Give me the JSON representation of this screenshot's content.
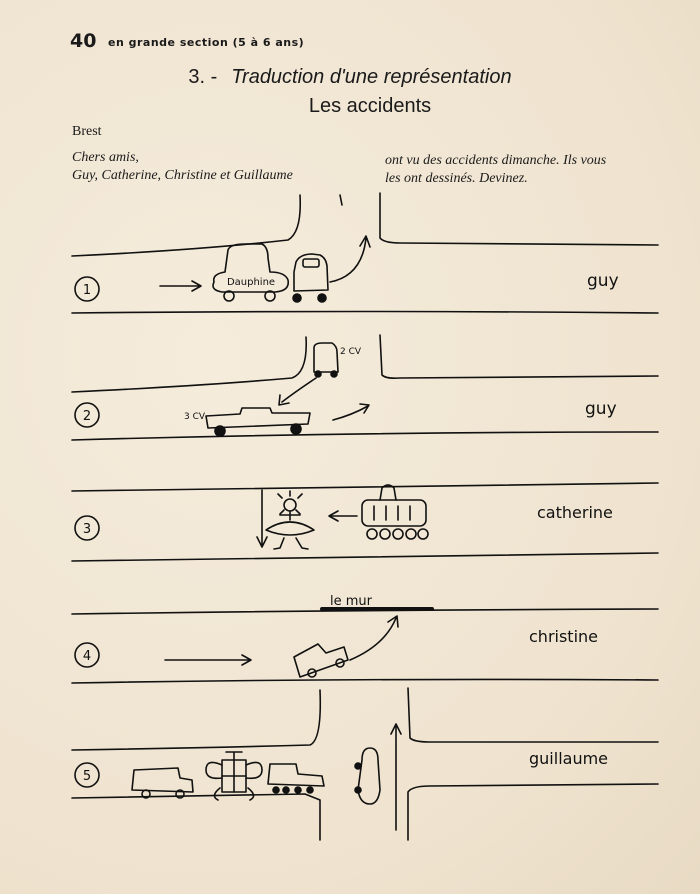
{
  "page_number": "40",
  "header": "en grande section (5 à 6 ans)",
  "title": {
    "number": "3. -",
    "main": "Traduction d'une représentation",
    "subtitle": "Les accidents"
  },
  "city": "Brest",
  "letter": {
    "greeting": "Chers amis,",
    "names": "Guy, Catherine, Christine et Guillaume",
    "line1": "ont vu des accidents dimanche. Ils vous",
    "line2": "les ont dessinés. Devinez."
  },
  "drawings": [
    {
      "number": "1",
      "author": "guy",
      "car_label": "Dauphine"
    },
    {
      "number": "2",
      "author": "guy",
      "car_label_top": "2 CV",
      "car_label_left": "3 CV"
    },
    {
      "number": "3",
      "author": "catherine"
    },
    {
      "number": "4",
      "author": "christine",
      "wall_label": "le mur"
    },
    {
      "number": "5",
      "author": "guillaume"
    }
  ]
}
